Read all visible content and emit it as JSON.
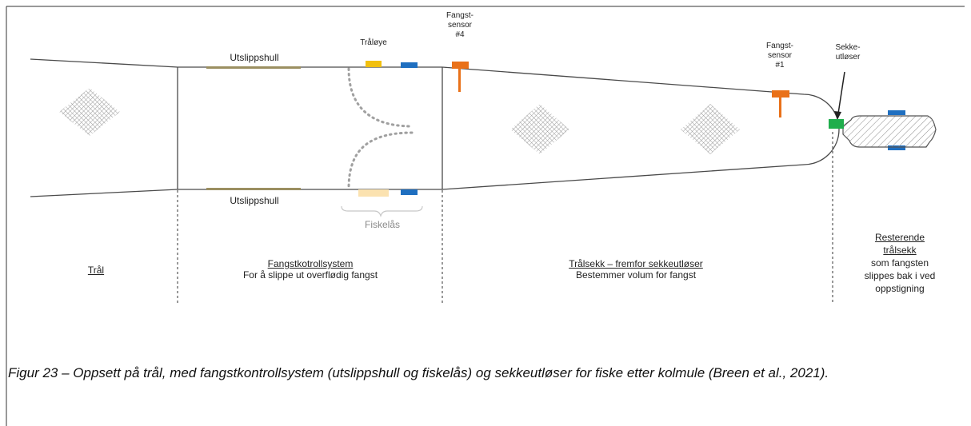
{
  "labels": {
    "utslippshull_top": "Utslippshull",
    "utslippshull_bottom": "Utslippshull",
    "traloye": "Tråløye",
    "fangstsensor4": [
      "Fangst-",
      "sensor",
      "#4"
    ],
    "fangstsensor1": [
      "Fangst-",
      "sensor",
      "#1"
    ],
    "sekkeutloser": [
      "Sekke-",
      "utløser"
    ],
    "fiskelas": "Fiskelås"
  },
  "sections": {
    "tral": {
      "title": "Trål"
    },
    "fangstkontroll": {
      "title": "Fangstkotrollsystem",
      "subtitle": "For å slippe ut overflødig fangst"
    },
    "tralsekk": {
      "title": "Trålsekk – fremfor sekkeutløser",
      "subtitle": "Bestemmer volum for fangst"
    },
    "resterende": {
      "title_lines": [
        "Resterende",
        "trålsekk"
      ],
      "subtitle_lines": [
        "som fangsten",
        "slippes bak i ved",
        "oppstigning"
      ]
    }
  },
  "caption": "Figur 23 – Oppsett på trål, med fangstkontrollsystem (utslippshull og fiskelås) og sekkeutløser for fiske etter kolmule (Breen et al., 2021).",
  "colors": {
    "line": "#4a4a4a",
    "utslippshull": "#9b8f61",
    "traloye": "#f2c00f",
    "traloye_faded": "#fbe2b0",
    "sensor_blue": "#1f6fc0",
    "sensor_orange": "#e97119",
    "release_green": "#1fae4c",
    "mesh": "#9a9a9a"
  },
  "icons": {
    "mesh": "mesh-diamond-icon",
    "sensor": "sensor-marker-icon",
    "release": "release-marker-icon"
  }
}
